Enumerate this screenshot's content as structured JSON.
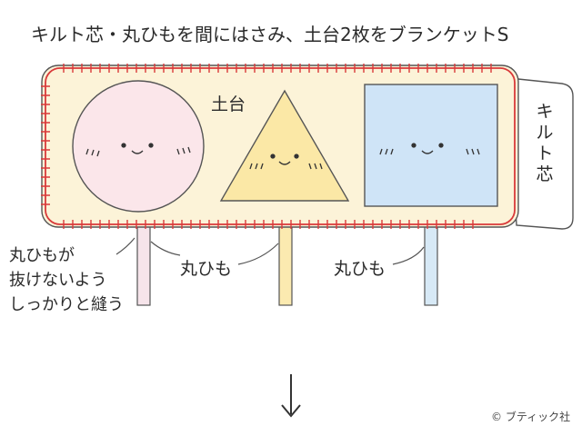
{
  "instruction": "キルト芯・丸ひもを間にはさみ、土台2枚をブランケットS",
  "labels": {
    "base": "土台",
    "cord": "丸ひも",
    "quilt_core": [
      "キ",
      "ル",
      "ト",
      "芯"
    ]
  },
  "note_lines": [
    "丸ひもが",
    "抜けないよう",
    "しっかりと縫う"
  ],
  "copyright": "© ブティック社",
  "colors": {
    "base_fill": "#fcf3d8",
    "stitch": "#d93a3a",
    "circle": "#fbe6ea",
    "triangle": "#fbe8a6",
    "square": "#cfe4f7",
    "cord_pink": "#f6e4ea",
    "cord_yellow": "#fbeab0",
    "cord_blue": "#d7e9f6"
  }
}
